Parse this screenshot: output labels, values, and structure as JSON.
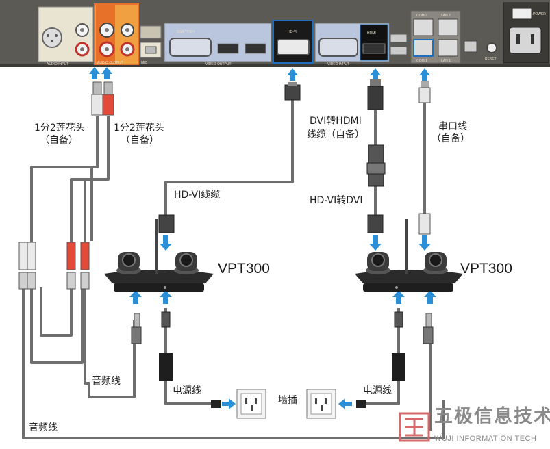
{
  "panel": {
    "audio_input_label": "AUDIO INPUT",
    "audio_output_label": "AUDIO OUTPUT",
    "mic_label": "MIC",
    "video_output_label": "VIDEO OUTPUT",
    "video_input_label": "VIDEO INPUT",
    "hdvi_label": "HD-VI",
    "vga_label": "VGA/YPbPr",
    "hdmi_label": "HDMI",
    "com2_label": "COM 2",
    "com1_label": "COM 1",
    "lan1_label": "LAN 1",
    "lan2_label": "LAN 2",
    "reset_label": "RESET",
    "power_label": "POWER",
    "colors": {
      "panel": "#5c5a55",
      "accent": "#e8712a",
      "highlight": "#1f6fc0"
    }
  },
  "labels": {
    "splitter_left": "1分2莲花头",
    "splitter_left_sub": "（自备）",
    "splitter_right": "1分2莲花头",
    "splitter_right_sub": "（自备）",
    "hdvi_cable": "HD-VI线缆",
    "dvi_hdmi_line1": "DVI转HDMI",
    "dvi_hdmi_line2": "线缆（自备）",
    "hdvi_dvi": "HD-VI转DVI",
    "serial_line1": "串口线",
    "serial_line2": "（自备）",
    "camera_left": "VPT300",
    "camera_right": "VPT300",
    "audio_cable_1": "音频线",
    "audio_cable_2": "音频线",
    "power_cable_left": "电源线",
    "power_cable_right": "电源线",
    "wall_socket": "墙插"
  },
  "watermark": {
    "cn": "五极信息技术",
    "en": "WUJI INFORMATION TECH"
  }
}
